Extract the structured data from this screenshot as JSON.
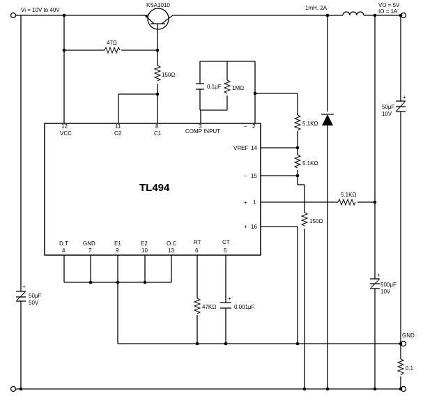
{
  "supply": {
    "vin_label": "Vi = 10V to 40V",
    "vout_label": "VO = 5V",
    "iout_label": "IO = 1A"
  },
  "transistor": {
    "name": "KSA1010"
  },
  "inductor": {
    "label": "1mH, 2A"
  },
  "ic": {
    "name": "TL494",
    "pins": {
      "vcc_num": "12",
      "vcc_name": "VCC",
      "c2_num": "11",
      "c2_name": "C2",
      "c1_num": "8",
      "c1_name": "C1",
      "comp_num": "3",
      "comp_name": "COMP INPUT",
      "in2m_num": "2",
      "in2m_sign": "−",
      "vref_name": "VREF",
      "vref_num": "14",
      "in15_sign": "−",
      "in15_num": "15",
      "in1p_sign": "+",
      "in1p_num": "1",
      "in16_sign": "+",
      "in16_num": "16",
      "dt_name": "D.T",
      "dt_num": "4",
      "gnd_name": "GND",
      "gnd_num": "7",
      "e1_name": "E1",
      "e1_num": "9",
      "e2_name": "E2",
      "e2_num": "10",
      "oc_name": "O.C",
      "oc_num": "13",
      "rt_name": "RT",
      "rt_num": "6",
      "ct_name": "CT",
      "ct_num": "5"
    }
  },
  "components": {
    "r_47": "47Ω",
    "r_150_top": "150Ω",
    "c_comp": "0.1μF",
    "r_1m": "1MΩ",
    "r_5k1_a": "5.1KΩ",
    "r_5k1_b": "5.1KΩ",
    "r_5k1_fb": "5.1KΩ",
    "r_150_bot": "150Ω",
    "c_in_val": "50μF",
    "c_in_v": "50V",
    "c_out1_val": "50μF",
    "c_out1_v": "10V",
    "c_out2_val": "500μF",
    "c_out2_v": "10V",
    "r_47k": "47KΩ",
    "c_timing": "0.001μF",
    "r_sense": "0.1",
    "gnd_label": "GND"
  },
  "polarity_mark": "+"
}
